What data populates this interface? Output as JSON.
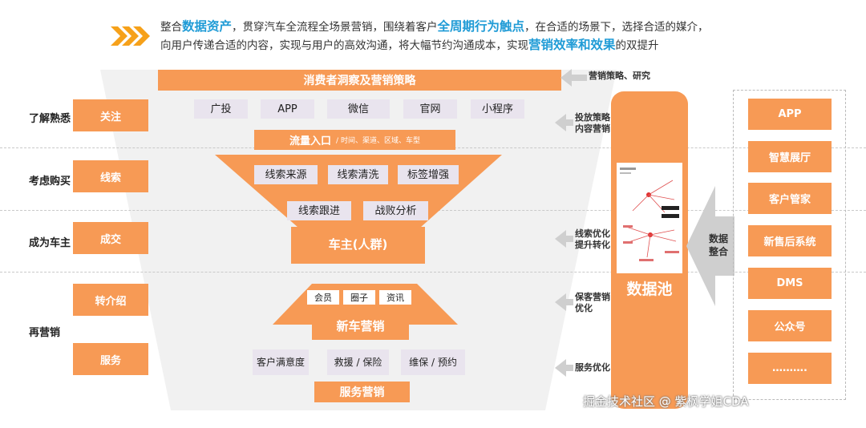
{
  "intro": {
    "p1": "整合",
    "h1": "数据资产",
    "p2": "，贯穿汽车全流程全场景营销，围绕着客户",
    "h2": "全周期行为触点",
    "p3": "，在合适的场景下，选择合适的媒介，",
    "p4": "向用户传递合适的内容，实现与用户的高效沟通，将大幅节约沟通成本，实现",
    "h3": "营销效率和效果",
    "p5": "的双提升"
  },
  "stages": [
    {
      "label": "了解熟悉",
      "box": "关注"
    },
    {
      "label": "考虑购买",
      "box": "线索"
    },
    {
      "label": "成为车主",
      "box": "成交"
    },
    {
      "label": "再营销",
      "box1": "转介绍",
      "box2": "服务"
    }
  ],
  "funnel": {
    "top_bar": "消费者洞察及营销策略",
    "channels": [
      "广投",
      "APP",
      "微信",
      "官网",
      "小程序"
    ],
    "entry_bold": "流量入口",
    "entry_sub": "/ 时间、渠道、区域、车型",
    "lead_row1": [
      "线索来源",
      "线索清洗",
      "标签增强"
    ],
    "lead_row2": [
      "线索跟进",
      "战败分析"
    ],
    "owner": "车主(人群)",
    "new_car_chips": [
      "会员",
      "圈子",
      "资讯"
    ],
    "new_car": "新车营销",
    "service_chips": [
      "客户满意度",
      "救援 / 保险",
      "维保 / 预约"
    ],
    "service": "服务营销"
  },
  "arrows": [
    "营销策略、研究",
    "投放策略\n内容营销",
    "线索优化\n提升转化",
    "保客营销\n优化",
    "服务优化"
  ],
  "pool": {
    "title": "数据池"
  },
  "integration": "数据\n整合",
  "sources": [
    "APP",
    "智慧展厅",
    "客户管家",
    "新售后系统",
    "DMS",
    "公众号",
    "………."
  ],
  "watermark": "掘金技术社区 @ 紫枫学姐CDA",
  "colors": {
    "orange": "#f79a55",
    "highlight": "#1f9bd6",
    "chip": "#e9e4ee",
    "arrow": "#cfcfcf"
  }
}
